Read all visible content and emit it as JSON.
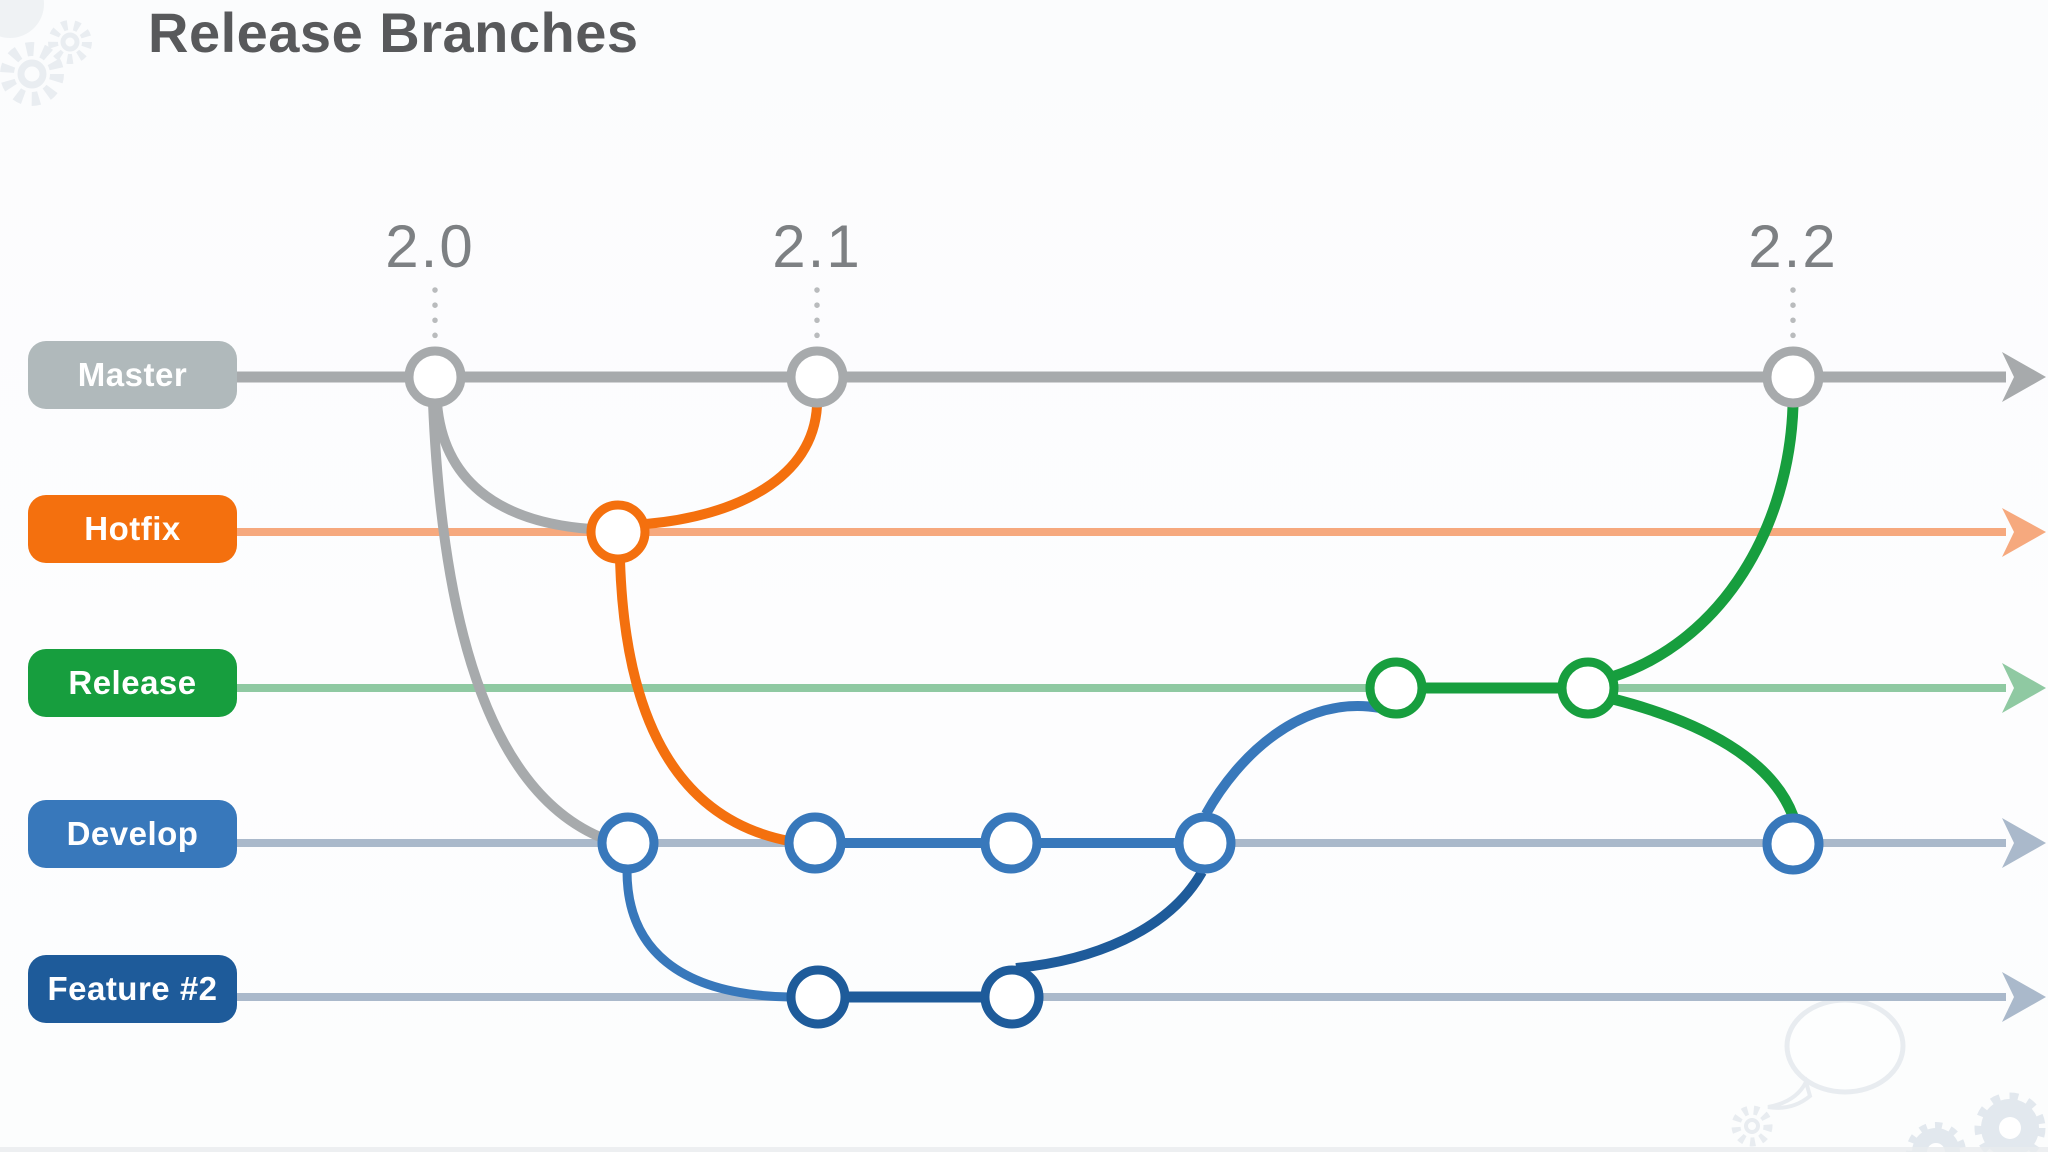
{
  "title": "Release Branches",
  "versions": [
    {
      "label": "2.0"
    },
    {
      "label": "2.1"
    },
    {
      "label": "2.2"
    }
  ],
  "branches": [
    {
      "id": "master",
      "label": "Master"
    },
    {
      "id": "hotfix",
      "label": "Hotfix"
    },
    {
      "id": "release",
      "label": "Release"
    },
    {
      "id": "develop",
      "label": "Develop"
    },
    {
      "id": "feature2",
      "label": "Feature #2"
    }
  ],
  "colors": {
    "master": "#a7aaac",
    "master_label_bg": "#b0b9bb",
    "hotfix": "#f4700e",
    "hotfix_line": "#f6a97e",
    "release": "#179e3e",
    "release_line": "#8fc9a2",
    "develop": "#3878bb",
    "feature": "#1e5b9a",
    "neutral_line": "#aab9cb",
    "node_fill": "#ffffff",
    "tick": "#b9bbbd",
    "title_color": "#58595b",
    "version_color": "#7d8083",
    "decor": "#e8ecf0",
    "decor_fill": "#e2e8ee"
  },
  "graph": {
    "nodes": [
      {
        "id": "m1",
        "branch": "master",
        "tag": "2.0"
      },
      {
        "id": "m2",
        "branch": "master",
        "tag": "2.1"
      },
      {
        "id": "m3",
        "branch": "master",
        "tag": "2.2"
      },
      {
        "id": "h1",
        "branch": "hotfix"
      },
      {
        "id": "d1",
        "branch": "develop"
      },
      {
        "id": "d2",
        "branch": "develop"
      },
      {
        "id": "d3",
        "branch": "develop"
      },
      {
        "id": "d4",
        "branch": "develop"
      },
      {
        "id": "d5",
        "branch": "develop"
      },
      {
        "id": "r1",
        "branch": "release"
      },
      {
        "id": "r2",
        "branch": "release"
      },
      {
        "id": "f1",
        "branch": "feature2"
      },
      {
        "id": "f2",
        "branch": "feature2"
      }
    ],
    "edges": [
      {
        "from": "m1",
        "to": "h1",
        "type": "branch"
      },
      {
        "from": "m1",
        "to": "d1",
        "type": "merge"
      },
      {
        "from": "h1",
        "to": "m2",
        "type": "merge"
      },
      {
        "from": "h1",
        "to": "d2",
        "type": "merge"
      },
      {
        "from": "d1",
        "to": "f1",
        "type": "branch"
      },
      {
        "from": "f2",
        "to": "d4",
        "type": "merge"
      },
      {
        "from": "d4",
        "to": "r1",
        "type": "branch"
      },
      {
        "from": "r2",
        "to": "m3",
        "type": "merge"
      },
      {
        "from": "r2",
        "to": "d5",
        "type": "merge"
      }
    ]
  }
}
